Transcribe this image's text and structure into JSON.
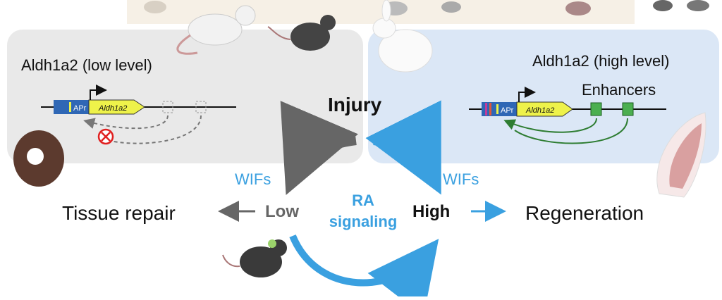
{
  "left_panel": {
    "title": "Aldh1a2 (low level)",
    "promoter_label": "APr",
    "gene_label": "Aldh1a2"
  },
  "right_panel": {
    "title": "Aldh1a2 (high level)",
    "promoter_label": "APr",
    "gene_label": "Aldh1a2",
    "enhancers_label": "Enhancers"
  },
  "center": {
    "injury_label": "Injury",
    "wifs_left": "WIFs",
    "wifs_right": "WIFs",
    "low_label": "Low",
    "high_label": "High",
    "ra_label": "RA",
    "signaling_label": "signaling"
  },
  "outcomes": {
    "left": "Tissue repair",
    "right": "Regeneration"
  },
  "colors": {
    "left_panel_bg": "#e9e9e9",
    "right_panel_bg": "#dbe7f6",
    "blue_accent": "#3aa0e0",
    "gray_arrow": "#666666",
    "enhancer_green": "#4caf50",
    "gene_yellow": "#eef24a",
    "promoter_blue": "#2f67b5",
    "inhibit_red": "#e02020"
  }
}
